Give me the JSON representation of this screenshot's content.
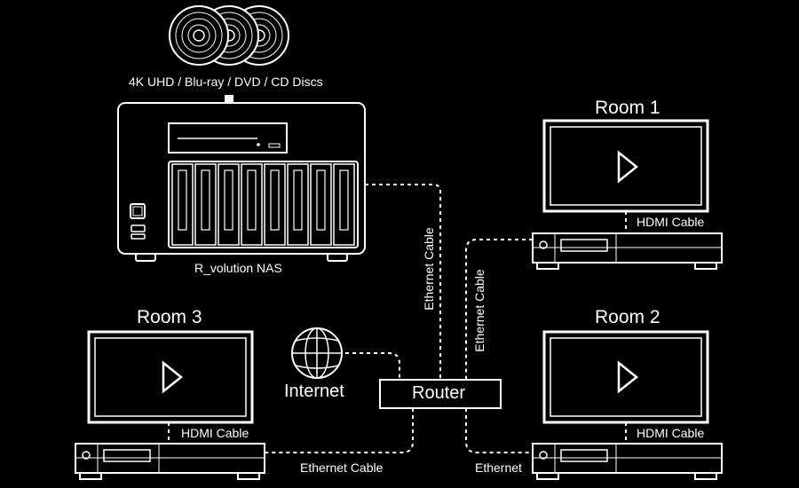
{
  "discs_label": "4K UHD / Blu-ray / DVD / CD Discs",
  "nas_label": "R_volution NAS",
  "internet_label": "Internet",
  "router_label": "Router",
  "rooms": {
    "room1": "Room 1",
    "room2": "Room 2",
    "room3": "Room 3"
  },
  "cables": {
    "hdmi_room1": "HDMI Cable",
    "hdmi_room2": "HDMI Cable",
    "hdmi_room3": "HDMI Cable",
    "eth_nas_router": "Ethernet Cable",
    "eth_room1_router": "Ethernet Cable",
    "eth_room3_router": "Ethernet Cable",
    "eth_room2_router": "Ethernet"
  },
  "colors": {
    "background": "#000000",
    "line": "#ffffff"
  },
  "icons": [
    "disc-icon",
    "arrow-down-icon",
    "globe-icon",
    "play-icon",
    "power-button-icon"
  ]
}
